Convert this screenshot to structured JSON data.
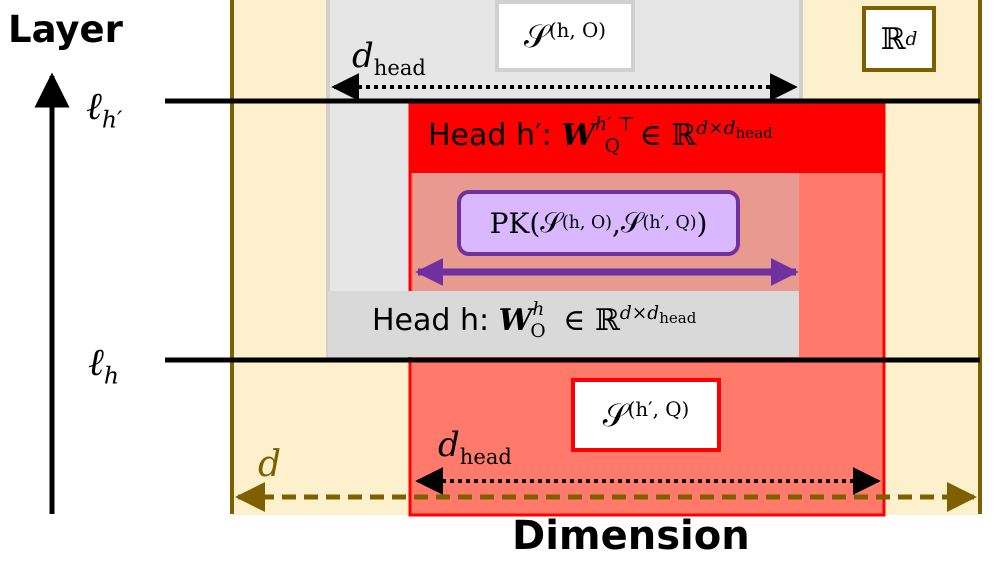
{
  "axis": {
    "y_label": "Layer",
    "x_label": "Dimension"
  },
  "layers": {
    "upper": "ℓ",
    "upper_sub": "h′",
    "lower": "ℓ",
    "lower_sub": "h"
  },
  "space": {
    "label": "ℝ",
    "label_sup": "d"
  },
  "dims": {
    "d": "d",
    "d_head_base": "d",
    "d_head_sub": "head"
  },
  "head_upper": {
    "label": "Head h′:",
    "matrix": "W",
    "matrix_sup": "h′ ⊤",
    "matrix_sub": "Q",
    "space": "∈ ℝ",
    "space_sup": "d×d",
    "space_sup_sub": "head"
  },
  "head_lower": {
    "label": "Head h:",
    "matrix": "W",
    "matrix_sup": "h",
    "matrix_sub": "O",
    "space": "∈ ℝ",
    "space_sup": "d×d",
    "space_sup_sub": "head"
  },
  "subspaces": {
    "s_ho": "𝒮",
    "s_ho_sup": "(h, O)",
    "s_hq": "𝒮",
    "s_hq_sup": "(h′, Q)",
    "pk_prefix": "PK(",
    "pk_a": "𝒮",
    "pk_a_sup": "(h, O)",
    "pk_sep": ",",
    "pk_b": "𝒮",
    "pk_b_sup": "(h′, Q)",
    "pk_suffix": ")"
  },
  "colors": {
    "background_space": "#fdf0cc",
    "space_border": "#7f6000",
    "head_o_column": "#e6e6e6",
    "head_o_label_bg": "#d9d9d9",
    "head_q_column": "#ff7a6a",
    "head_q_header": "#ff0000",
    "pk_fill": "#d9b8ff",
    "pk_border": "#7030a0",
    "pk_arrow": "#7030a0"
  }
}
